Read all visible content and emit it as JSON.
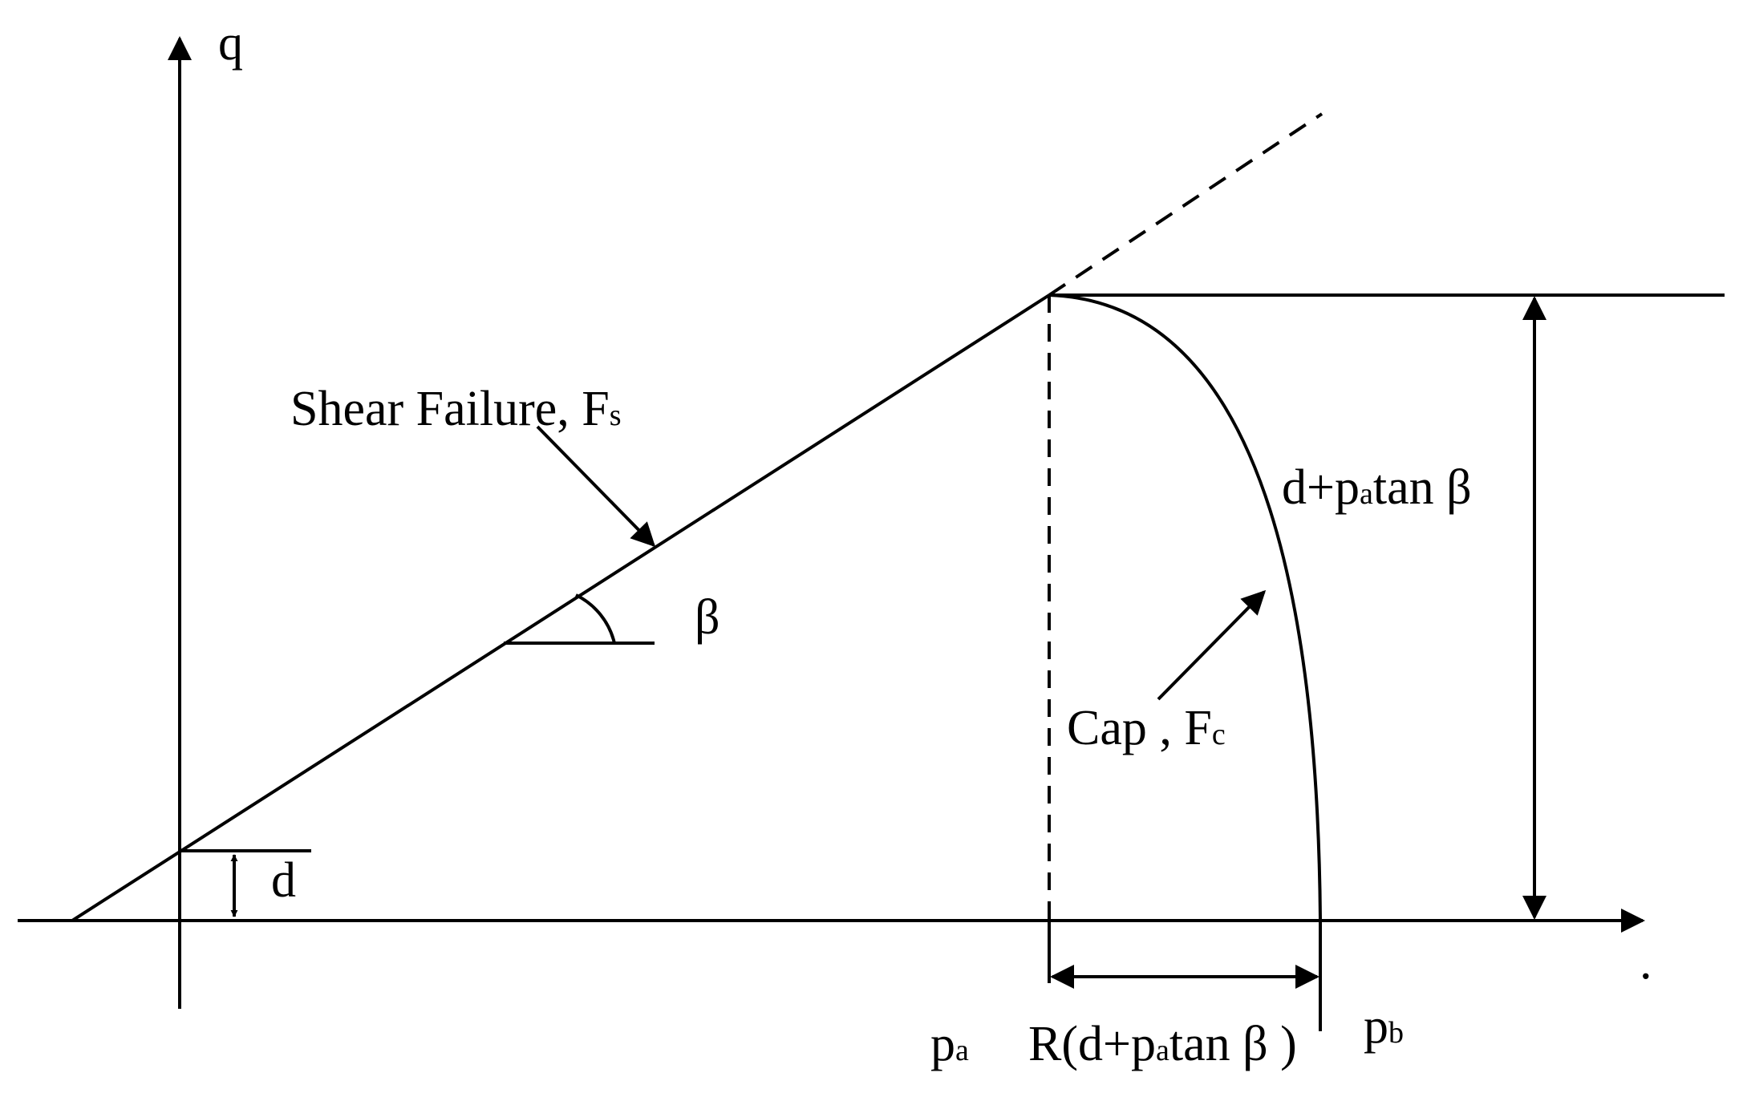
{
  "labels": {
    "q_axis": "q",
    "shear_main": "Shear Failure, F",
    "shear_sub": "s",
    "beta_angle": "β",
    "d_label": "d",
    "height_pre": "d+p",
    "height_sub": "a",
    "height_post": "tan β",
    "cap_main": "Cap , F",
    "cap_sub": "c",
    "pa_main": "p",
    "pa_sub": "a",
    "r_pre": "R(d+p",
    "r_sub": "a",
    "r_post": "tan β )",
    "pb_main": "p",
    "pb_sub": "b",
    "dot": "."
  },
  "colors": {
    "ink": "#000000",
    "background": "#ffffff"
  }
}
